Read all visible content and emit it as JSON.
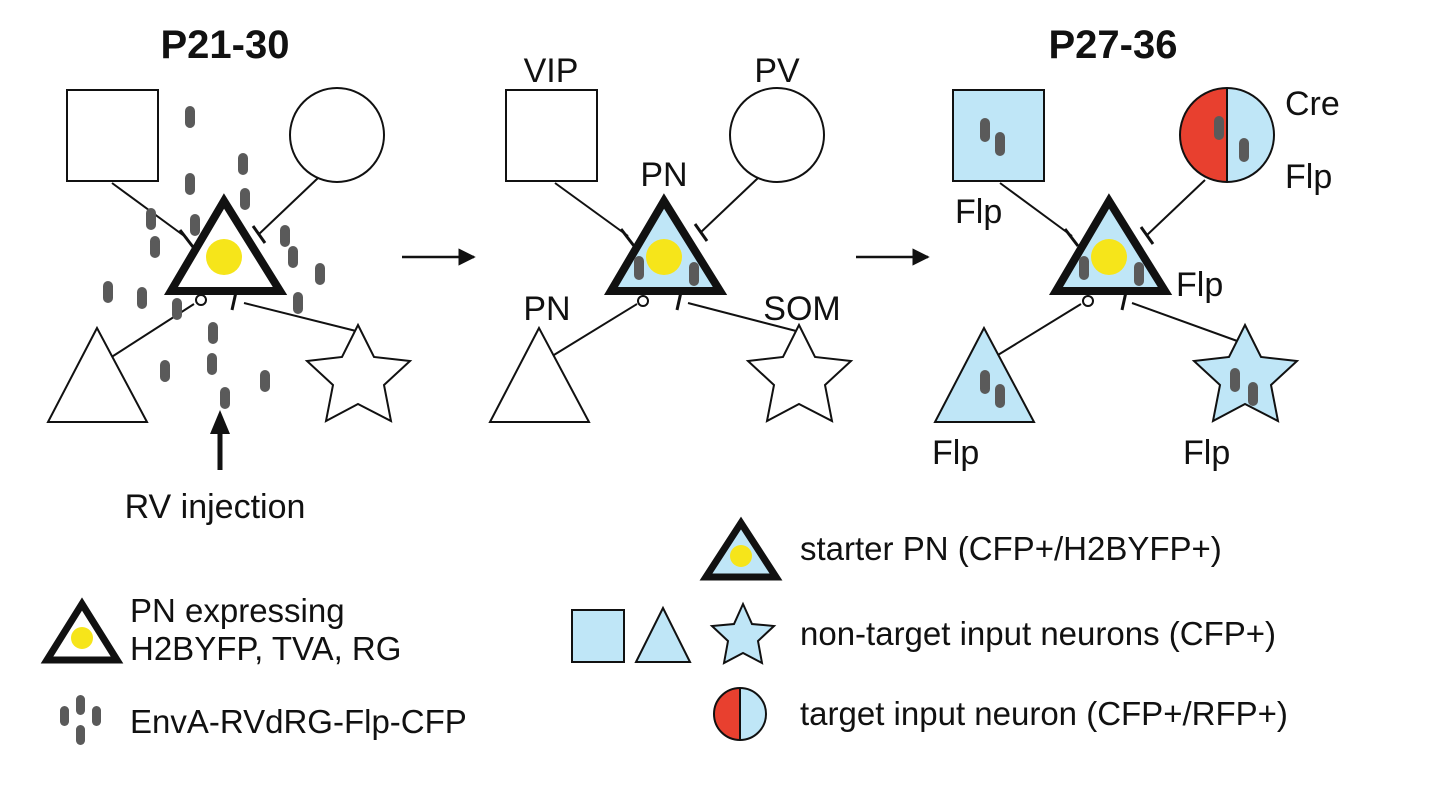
{
  "colors": {
    "outline": "#111111",
    "cfp": "#bfe6f7",
    "rfp": "#e8402f",
    "nucleus": "#f6e51a",
    "virus": "#5a5a5a",
    "white": "#ffffff"
  },
  "panel1": {
    "title": "P21-30",
    "annotation": "RV injection"
  },
  "panel2": {
    "labels": {
      "vip": "VIP",
      "pv": "PV",
      "pn_top": "PN",
      "pn_left": "PN",
      "som": "SOM"
    }
  },
  "panel3": {
    "title": "P27-36",
    "labels": {
      "cre": "Cre",
      "flp_circle": "Flp",
      "flp_square": "Flp",
      "flp_center": "Flp",
      "flp_triangle": "Flp",
      "flp_star": "Flp"
    }
  },
  "legend": {
    "pn_line1": "PN expressing",
    "pn_line2": "H2BYFP, TVA, RG",
    "virus": "EnvA-RVdRG-Flp-CFP",
    "starter": "starter PN (CFP+/H2BYFP+)",
    "non_target": "non-target input neurons (CFP+)",
    "target": "target input neuron (CFP+/RFP+)"
  }
}
